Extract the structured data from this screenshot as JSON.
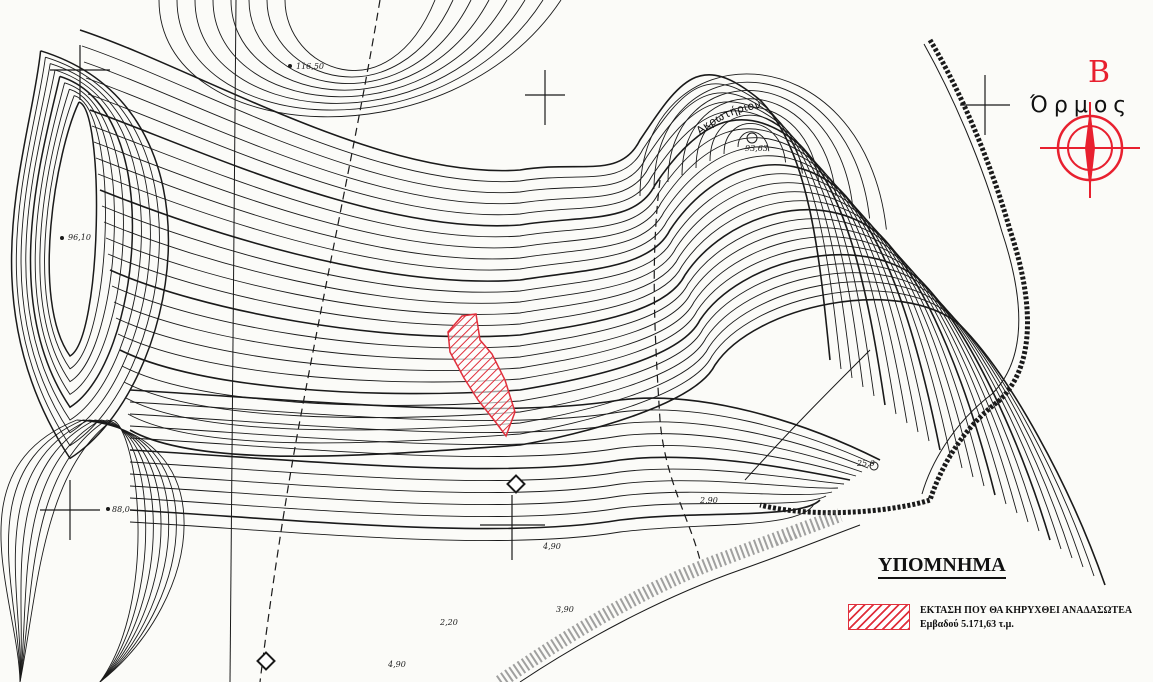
{
  "map": {
    "place_label": "Ακρωτήριον",
    "bay_label": "Όρμος",
    "north_letter": "Β",
    "elevations": [
      "116,50",
      "93,63",
      "96,10",
      "88,0",
      "25,0",
      "4,90",
      "2,20",
      "2,90",
      "3,90",
      "4,90"
    ],
    "colors": {
      "paper": "#fbfbf8",
      "contour": "#1a1a1a",
      "highlight": "#e0303c"
    }
  },
  "legend": {
    "title": "ΥΠΟΜΝΗΜΑ",
    "item_label": "ΕΚΤΑΣΗ ΠΟΥ ΘΑ ΚΗΡΥΧΘΕΙ ΑΝΑΔΑΣΩΤΕΑ",
    "area_text": "Εμβαδού 5.171,63 τ.μ."
  }
}
